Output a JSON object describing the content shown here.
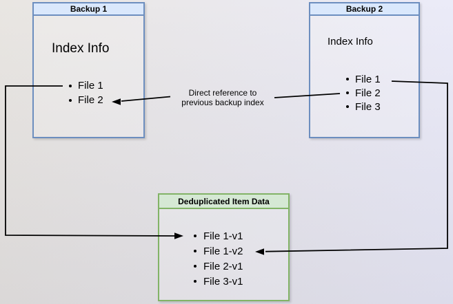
{
  "diagram": {
    "backup1": {
      "title": "Backup 1",
      "subtitle": "Index Info",
      "items": [
        "File 1",
        "File 2"
      ]
    },
    "backup2": {
      "title": "Backup 2",
      "subtitle": "Index Info",
      "items": [
        "File 1",
        "File 2",
        "File 3"
      ]
    },
    "dedup": {
      "title": "Deduplicated Item Data",
      "items": [
        "File 1-v1",
        "File 1-v2",
        "File 2-v1",
        "File 3-v1"
      ]
    },
    "connector_label": {
      "line1": "Direct reference to",
      "line2": "previous backup index"
    },
    "colors": {
      "blue_header_fill": "#DAE8FC",
      "blue_border": "#6C8EBF",
      "green_header_fill": "#D5E8D4",
      "green_border": "#82B366",
      "connector": "#000000"
    }
  }
}
